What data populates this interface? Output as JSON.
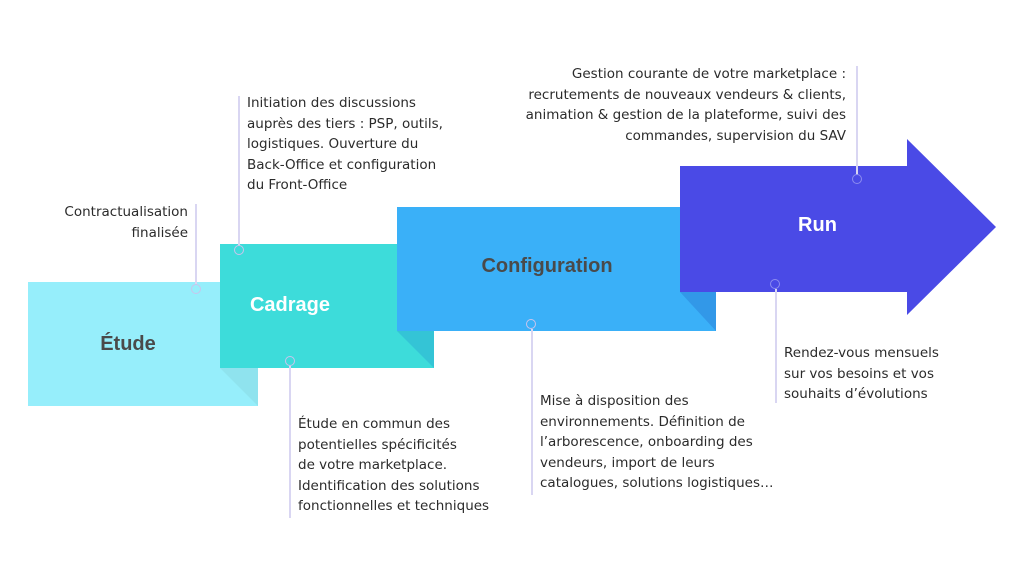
{
  "phases": {
    "etude": {
      "label": "Étude",
      "color": "#96EEFB"
    },
    "cadrage": {
      "label": "Cadrage",
      "color": "#3DDCDA"
    },
    "configuration": {
      "label": "Configuration",
      "color": "#3AB0F8"
    },
    "run": {
      "label": "Run",
      "color": "#4A4AE6"
    }
  },
  "notes": {
    "contractualisation": [
      "Contractualisation",
      "finalisée"
    ],
    "initiation": [
      "Initiation des discussions",
      "auprès des tiers : PSP, outils,",
      "logistiques. Ouverture du",
      "Back-Office et configuration",
      "du Front-Office"
    ],
    "gestion": [
      "Gestion courante de votre marketplace :",
      "recrutements de nouveaux vendeurs & clients,",
      "animation & gestion de la plateforme, suivi des",
      "commandes, supervision du SAV"
    ],
    "etude_commun": [
      "Étude en commun des",
      "potentielles spécificités",
      "de votre marketplace.",
      "Identification des solutions",
      "fonctionnelles et techniques"
    ],
    "mise_a_disposition": [
      "Mise à disposition des",
      "environnements. Définition de",
      "l’arborescence, onboarding des",
      "vendeurs, import de leurs",
      "catalogues, solutions logistiques…"
    ],
    "rendez_vous": [
      "Rendez-vous mensuels",
      "sur vos besoins et vos",
      "souhaits d’évolutions"
    ]
  }
}
